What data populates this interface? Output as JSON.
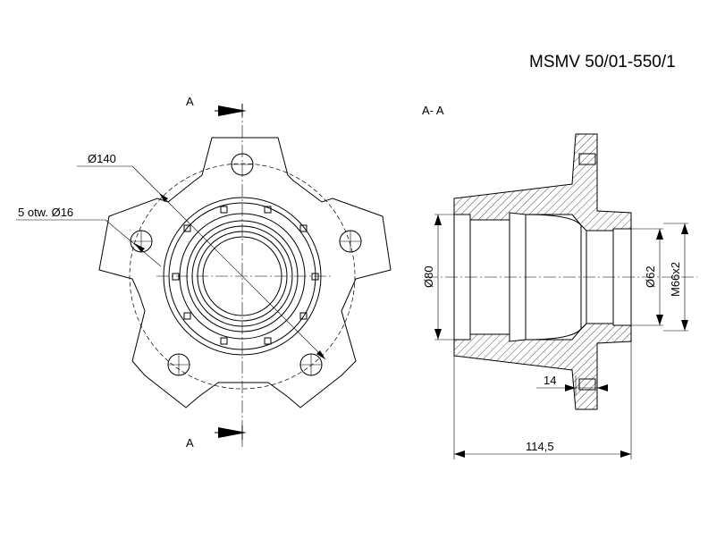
{
  "drawing": {
    "part_number": "MSMV 50/01-550/1",
    "section_label": "A- A",
    "cut_marker_top": "A",
    "cut_marker_bottom": "A",
    "dim_pcd": "Ø140",
    "dim_holes": "5 otw. Ø16",
    "dim_bore_80": "Ø80",
    "dim_bore_62": "Ø62",
    "dim_thread": "M66x2",
    "dim_flange": "14",
    "dim_length": "114,5"
  }
}
